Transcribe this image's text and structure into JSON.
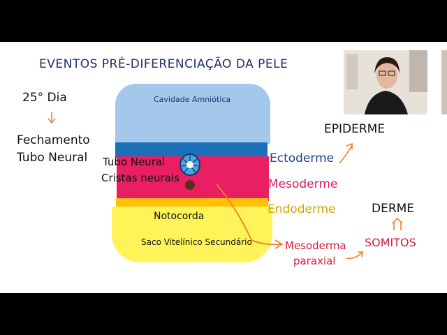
{
  "slide": {
    "title": "EVENTOS PRÉ-DIFERENCIAÇÃO DA PELE",
    "day_label": "25° Dia",
    "closure_line1": "Fechamento",
    "closure_line2": "Tubo Neural",
    "layers": {
      "amniotic_cavity": "Cavidade Amniótica",
      "neural_tube": "Tubo Neural",
      "neural_crests": "Cristas neurais",
      "notochord": "Notocorda",
      "yolk_sac": "Saco Vitelínico Secundário"
    },
    "germ_layers": {
      "ectoderm": "Ectoderme",
      "mesoderm": "Mesoderme",
      "endoderm": "Endoderme"
    },
    "derivatives": {
      "epidermis": "EPIDERME",
      "dermis": "DERME",
      "paraxial_line1": "Mesoderma",
      "paraxial_line2": "paraxial",
      "somites": "SOMITOS"
    },
    "colors": {
      "amniotic": "#a3c8ec",
      "ectoderm": "#1b6fb8",
      "mesoderm": "#e91e63",
      "endoderm": "#ffd600",
      "yolk": "#fff35a",
      "orange_arrow": "#f07f2c",
      "title": "#1f2f6b",
      "red_text": "#d81b3a"
    }
  }
}
